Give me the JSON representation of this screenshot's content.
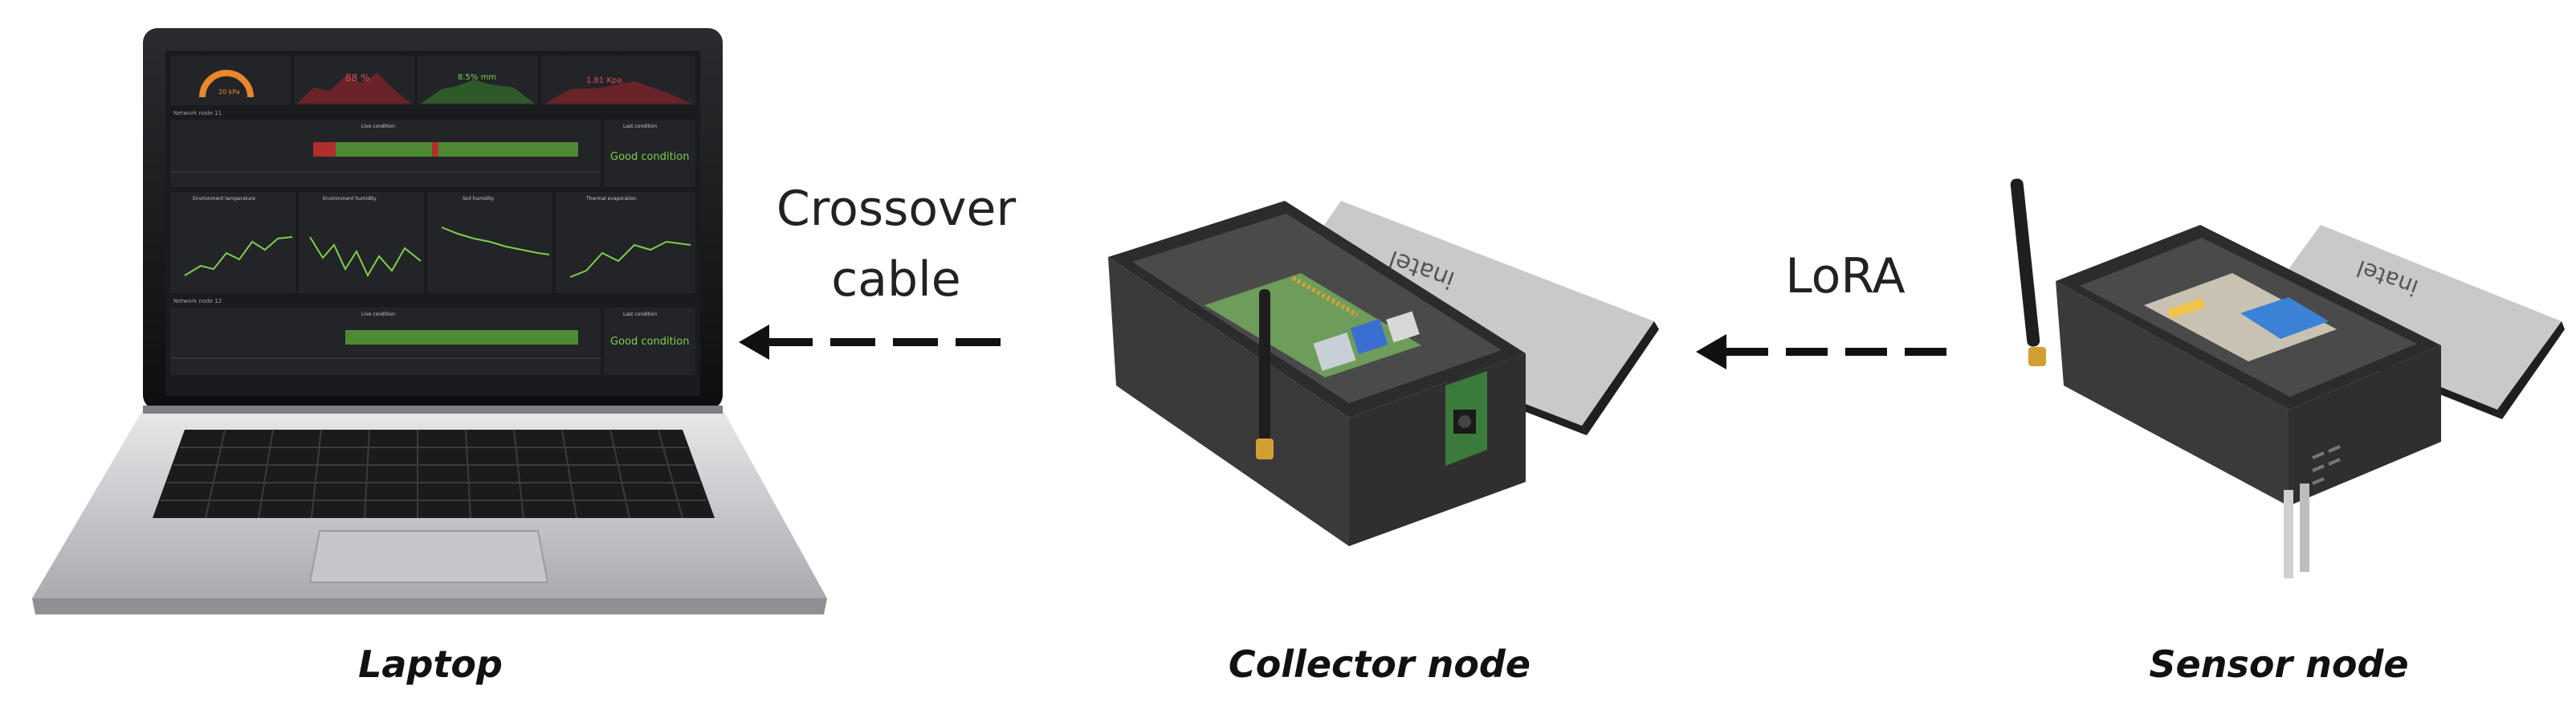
{
  "nodes": {
    "laptop": {
      "label": "Laptop"
    },
    "collector": {
      "label": "Collector node"
    },
    "sensor": {
      "label": "Sensor node"
    }
  },
  "links": {
    "crossover": {
      "line1": "Crossover",
      "line2": "cable"
    },
    "lora": {
      "label": "LoRA"
    }
  },
  "dashboard": {
    "gauges": [
      "20 kPa",
      "88 %",
      "8.5% mm",
      "1.81 Kpa"
    ],
    "section1": "Network node 11",
    "section2": "Network node 12",
    "panel_live": "Live condition",
    "panel_status": "Last condition",
    "status_text": "Good condition",
    "charts": [
      "Environment temperature",
      "Environment humidity",
      "Soil humidity",
      "Thermal evaporation"
    ]
  },
  "lid_brand": "inatel",
  "colors": {
    "arrow": "#111111",
    "case": "#3a3a3a",
    "lid": "#c9c9c9",
    "screen_bg": "#1a1b1e",
    "good": "#7fcf4a",
    "bad": "#c23a3a",
    "gauge": "#e8862a"
  }
}
